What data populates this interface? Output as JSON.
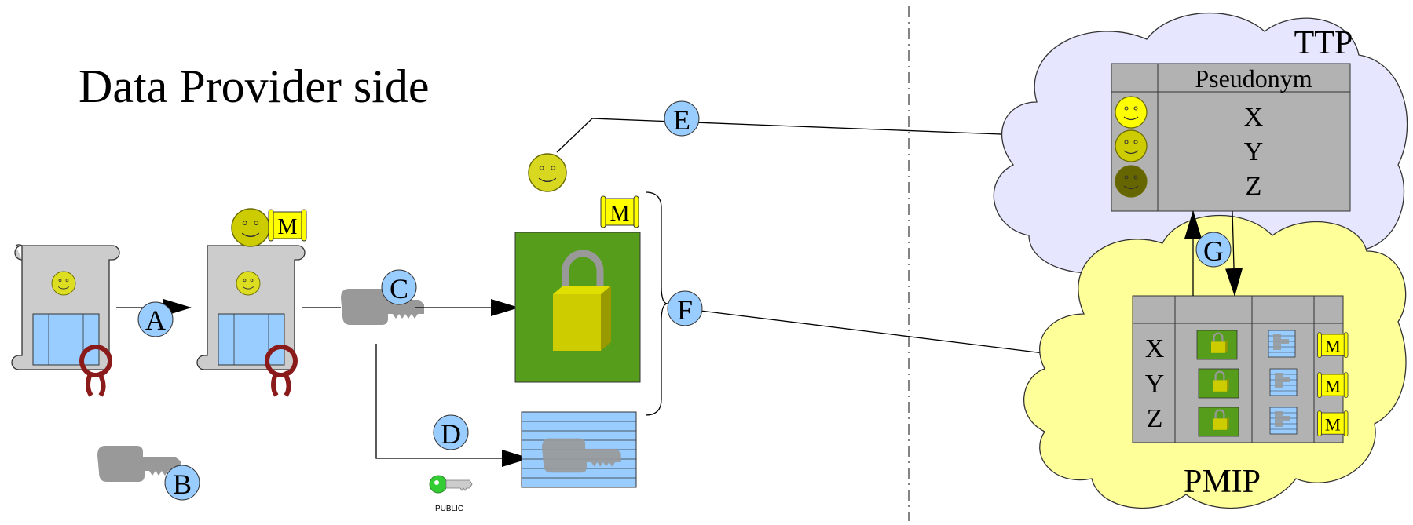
{
  "title": "Data Provider side",
  "steps": {
    "a": "A",
    "b": "B",
    "c": "C",
    "d": "D",
    "e": "E",
    "f": "F",
    "g": "G"
  },
  "marker": "M",
  "public_key_label": "PUBLIC",
  "ttp": {
    "label": "TTP",
    "column_header": "Pseudonym",
    "rows": [
      "X",
      "Y",
      "Z"
    ]
  },
  "pmip": {
    "label": "PMIP",
    "rows": [
      "X",
      "Y",
      "Z"
    ]
  },
  "colors": {
    "step_circle": "#99ccff",
    "ttp_cloud": "#e6e6ff",
    "pmip_cloud": "#ffff99",
    "lock_box": "#579d1c",
    "lock": "#cccc00",
    "document": "#cccccc",
    "encrypted_doc": "#99ccff",
    "key_gray": "#999999",
    "key_public": "#33cc33",
    "seal": "#8b1a1a",
    "table_gray": "#b2b2b2"
  }
}
